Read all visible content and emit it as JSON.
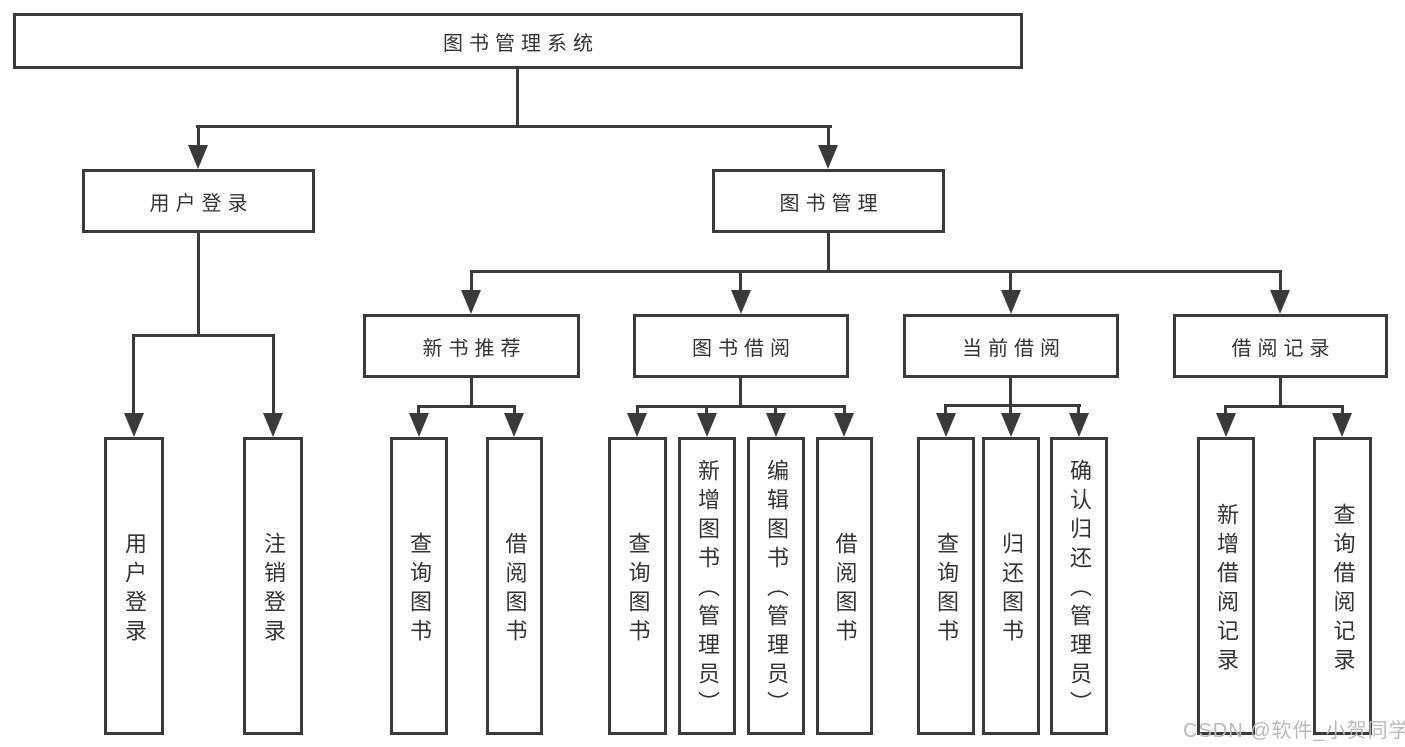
{
  "diagram": {
    "root_label": "图书管理系统",
    "user_login": {
      "label": "用户登录",
      "children": [
        "用户登录",
        "注销登录"
      ]
    },
    "book_management": {
      "label": "图书管理",
      "new_book_recommend": {
        "label": "新书推荐",
        "children": [
          "查询图书",
          "借阅图书"
        ]
      },
      "book_borrowing": {
        "label": "图书借阅",
        "children": [
          "查询图书",
          "新增图书（管理员）",
          "编辑图书（管理员）",
          "借阅图书"
        ]
      },
      "current_borrowing": {
        "label": "当前借阅",
        "children": [
          "查询图书",
          "归还图书",
          "确认归还（管理员）"
        ]
      },
      "borrowing_records": {
        "label": "借阅记录",
        "children": [
          "新增借阅记录",
          "查询借阅记录"
        ]
      }
    }
  },
  "watermark": "CSDN @软件_小贺同学",
  "colors": {
    "line": "#3a3a3a",
    "text": "#333333",
    "watermark": "#b9b9b9",
    "background": "#ffffff"
  }
}
